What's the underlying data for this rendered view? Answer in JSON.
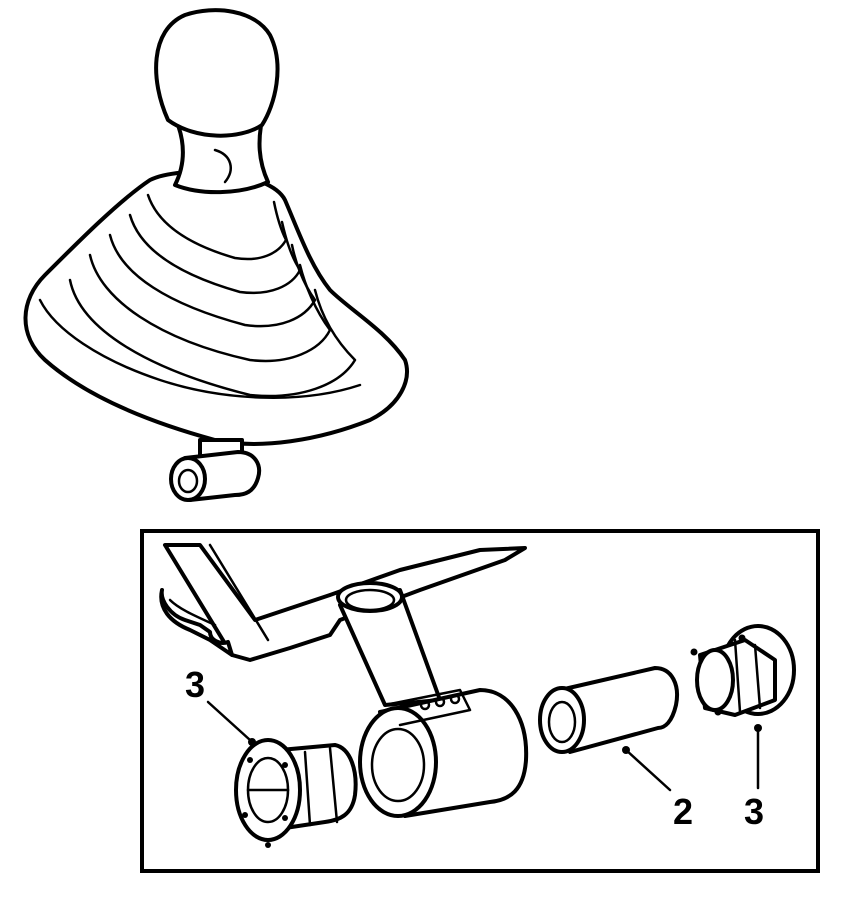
{
  "diagram": {
    "callouts": [
      {
        "id": "callout-3-left",
        "label": "3"
      },
      {
        "id": "callout-2",
        "label": "2"
      },
      {
        "id": "callout-3-right",
        "label": "3"
      }
    ],
    "colors": {
      "line": "#000000",
      "background": "#ffffff"
    },
    "icons": [
      "gear-shift-knob",
      "shift-boot",
      "pivot-bushing",
      "bushing-sleeve"
    ]
  }
}
